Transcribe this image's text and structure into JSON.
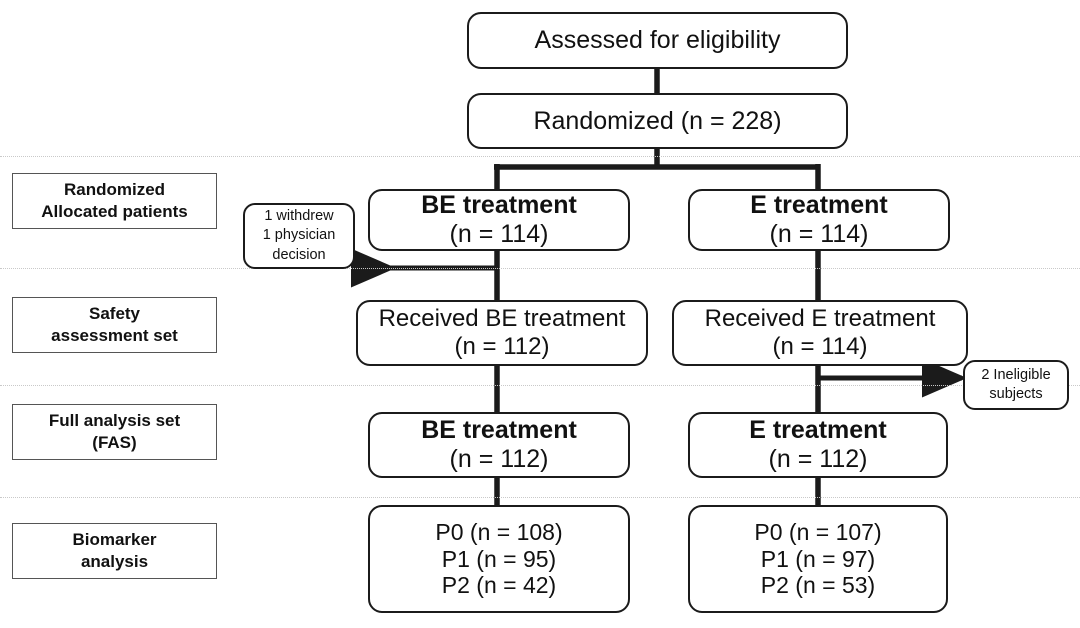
{
  "diagram": {
    "title": "CONSORT participant flow diagram",
    "type": "flowchart",
    "colors": {
      "node_border": "#1b1b1b",
      "stage_border": "#555555",
      "separator": "#c9c9c9",
      "connector": "#1b1b1b",
      "background": "#ffffff",
      "text": "#111111"
    }
  },
  "stages": [
    {
      "id": "allocation",
      "line1": "Randomized",
      "line2": "Allocated  patients"
    },
    {
      "id": "safety",
      "line1": "Safety",
      "line2": "assessment set"
    },
    {
      "id": "fas",
      "line1": "Full analysis set",
      "line2": "(FAS)"
    },
    {
      "id": "biomarker",
      "line1": "Biomarker",
      "line2": "analysis"
    }
  ],
  "nodes": {
    "assessed": {
      "line1": "Assessed for eligibility"
    },
    "randomized": {
      "line1": "Randomized (n = 228)"
    },
    "alloc_be": {
      "line1": "BE treatment",
      "line2": "(n = 114)"
    },
    "alloc_e": {
      "line1": "E treatment",
      "line2": "(n = 114)"
    },
    "received_be": {
      "line1": "Received BE treatment",
      "line2": "(n = 112)"
    },
    "received_e": {
      "line1": "Received E treatment",
      "line2": "(n = 114)"
    },
    "fas_be": {
      "line1": "BE treatment",
      "line2": "(n = 112)"
    },
    "fas_e": {
      "line1": "E treatment",
      "line2": "(n = 112)"
    },
    "bio_be": {
      "line1": "P0 (n = 108)",
      "line2": "P1 (n = 95)",
      "line3": "P2 (n = 42)"
    },
    "bio_e": {
      "line1": "P0 (n = 107)",
      "line2": "P1 (n = 97)",
      "line3": "P2 (n = 53)"
    }
  },
  "exclusions": {
    "be_withdrawals": {
      "line1": "1 withdrew",
      "line2": "1 physician",
      "line3": "decision"
    },
    "e_ineligible": {
      "line1": "2 Ineligible",
      "line2": "subjects"
    }
  },
  "chart_data": {
    "type": "flowchart",
    "title": "CONSORT participant flow diagram",
    "enrollment": {
      "assessed_for_eligibility": null,
      "randomized": 228
    },
    "arms": [
      {
        "name": "BE treatment",
        "allocated": 114,
        "received_treatment": 112,
        "full_analysis_set": 112,
        "excluded": {
          "reasons": [
            "1 withdrew",
            "1 physician decision"
          ],
          "total": 2
        },
        "biomarker": [
          {
            "label": "P0",
            "n": 108
          },
          {
            "label": "P1",
            "n": 95
          },
          {
            "label": "P2",
            "n": 42
          }
        ]
      },
      {
        "name": "E treatment",
        "allocated": 114,
        "received_treatment": 114,
        "full_analysis_set": 112,
        "excluded": {
          "reasons": [
            "2 Ineligible subjects"
          ],
          "total": 2
        },
        "biomarker": [
          {
            "label": "P0",
            "n": 107
          },
          {
            "label": "P1",
            "n": 97
          },
          {
            "label": "P2",
            "n": 53
          }
        ]
      }
    ],
    "stage_labels": [
      "Randomized Allocated  patients",
      "Safety assessment set",
      "Full analysis set (FAS)",
      "Biomarker analysis"
    ]
  }
}
